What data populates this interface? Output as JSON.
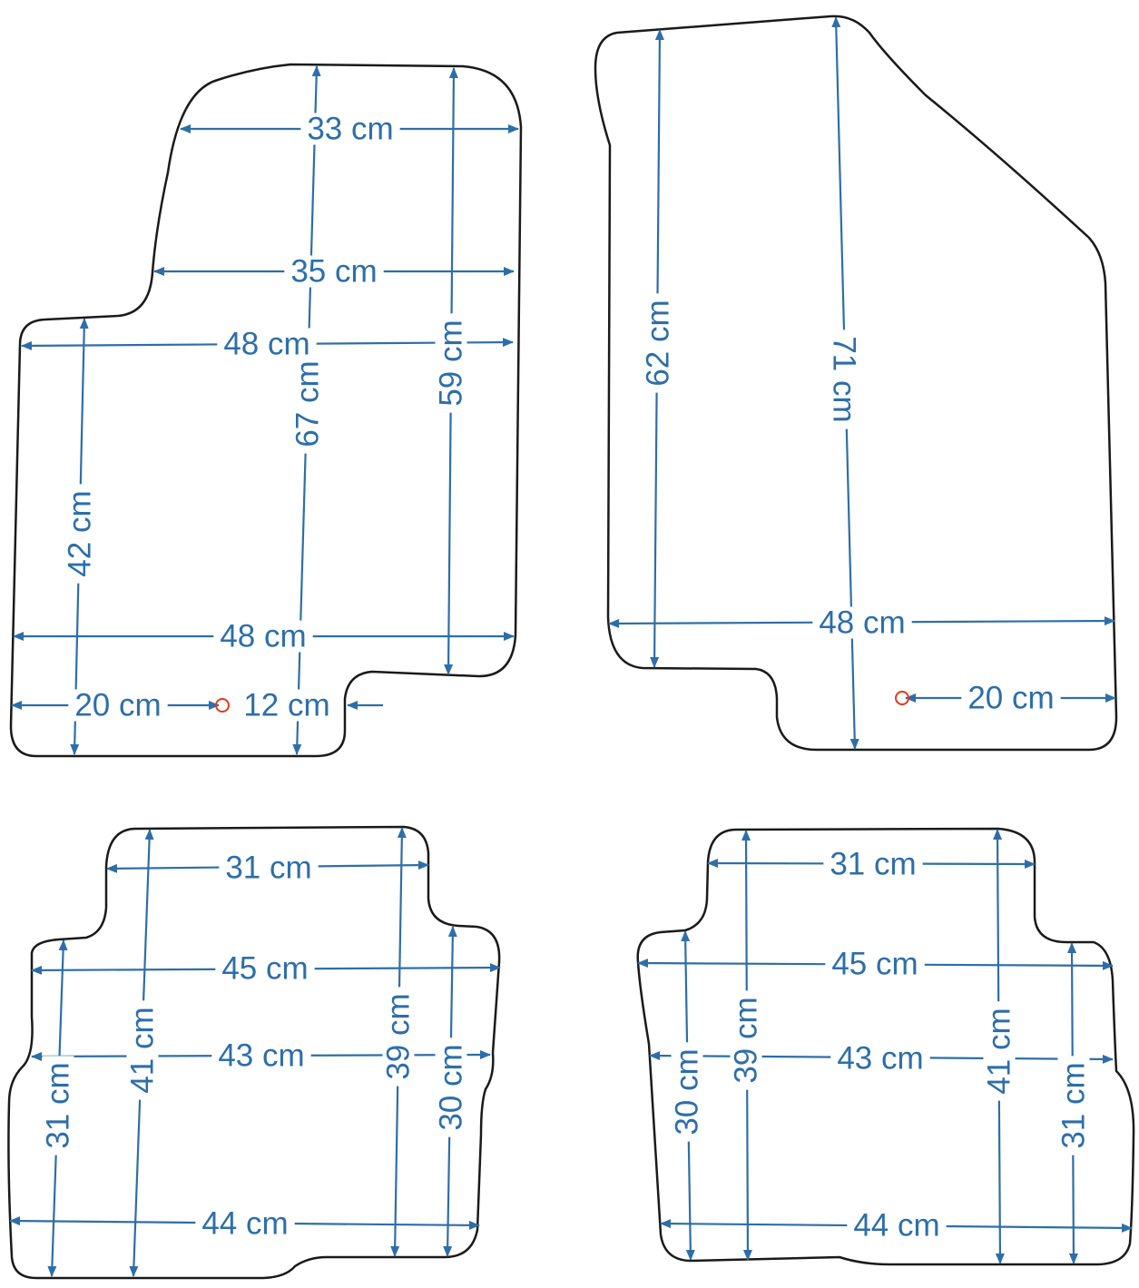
{
  "colors": {
    "outline": "#1a1a1a",
    "dimension": "#2e6ea8",
    "marker": "#e03a1e",
    "background": "#ffffff"
  },
  "mats": {
    "front_left": {
      "top_width": "33 cm",
      "upper_width": "35 cm",
      "middle_width": "48 cm",
      "lower_width": "48 cm",
      "center_length": "67 cm",
      "right_length": "59 cm",
      "left_length": "42 cm",
      "marker_left_offset": "20 cm",
      "marker_right_offset": "12 cm"
    },
    "front_right": {
      "inner_length": "62 cm",
      "outer_length": "71 cm",
      "width": "48 cm",
      "marker_offset": "20 cm"
    },
    "rear_left": {
      "top_width": "31 cm",
      "upper_width": "45 cm",
      "middle_width": "43 cm",
      "bottom_width": "44 cm",
      "left_length": "31 cm",
      "inner_left_length": "41 cm",
      "inner_right_length": "39 cm",
      "right_length": "30 cm"
    },
    "rear_right": {
      "top_width": "31 cm",
      "upper_width": "45 cm",
      "middle_width": "43 cm",
      "bottom_width": "44 cm",
      "left_length": "30 cm",
      "inner_left_length": "39 cm",
      "inner_right_length": "41 cm",
      "right_length": "31 cm"
    }
  }
}
